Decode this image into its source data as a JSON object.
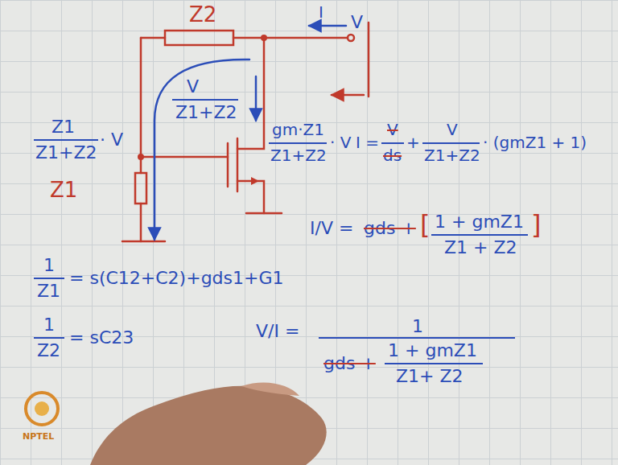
{
  "diagram": {
    "labels": [
      "Z2",
      "I",
      "V",
      "V",
      "Z1+Z2",
      "Z1",
      "Z1+Z2",
      "· V",
      "Z1",
      "gm·Z1",
      "Z1+Z2",
      "· V",
      "I =",
      "V",
      "ds",
      "+",
      "V",
      "Z1+Z2",
      "· (gmZ1 + 1)",
      "I/V =",
      "gds +",
      "[",
      "1 + gmZ1",
      "Z1 + Z2",
      "]",
      "1",
      "Z1",
      "= s(C12+C2)+gds1+G1",
      "V/I =",
      "1",
      "gds +",
      "1 + gmZ1",
      "Z1+ Z2",
      "1",
      "Z2",
      "= sC23",
      "NPTEL"
    ]
  }
}
